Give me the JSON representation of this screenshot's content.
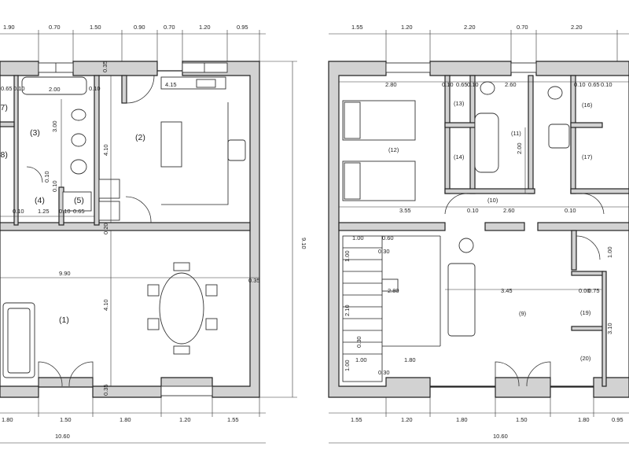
{
  "ground_floor": {
    "top_dims": [
      "1.90",
      "0.70",
      "1.50",
      "0.90",
      "0.70",
      "1.20",
      "0.95"
    ],
    "bottom_dims": [
      "1.80",
      "1.50",
      "1.80",
      "1.20",
      "1.55"
    ],
    "total_width": "10.60",
    "total_height": "9.10",
    "inner_dims": {
      "kitchen_len": "4.15",
      "bath_width": "2.00",
      "small_a": "0.65",
      "small_b": "0.10",
      "small_c": "0.10",
      "d_3_00": "3.00",
      "d_4_10a": "4.10",
      "d_0_10": "0.10",
      "d_1_25": "1.25",
      "d_0_10b": "0.10",
      "d_0_65b": "0.65",
      "d_0_35a": "0.35",
      "d_0_20": "0.20",
      "d_9_90": "9.90",
      "d_4_10b": "4.10",
      "d_0_35b": "0.35",
      "d_0_35c": "0.35",
      "d_0_10c": "0.10",
      "d_0_10d": "0.10"
    },
    "rooms": {
      "r1": "(1)",
      "r2": "(2)",
      "r3": "(3)",
      "r4": "(4)",
      "r5": "(5)",
      "r7": "(7)",
      "r8": "(8)"
    }
  },
  "upper_floor": {
    "top_dims": [
      "1.55",
      "1.20",
      "2.20",
      "0.70",
      "2.20"
    ],
    "bottom_dims": [
      "1.55",
      "1.20",
      "1.80",
      "1.50",
      "1.80",
      "0.95"
    ],
    "total_width": "10.60",
    "inner_dims": {
      "bed_width": "2.80",
      "a": "0.10",
      "b": "0.65",
      "c": "0.10",
      "hall_top": "2.60",
      "d": "0.10",
      "e": "0.65",
      "f": "0.10",
      "v200": "2.00",
      "d355": "3.55",
      "d010a": "0.10",
      "d260": "2.60",
      "d010b": "0.10",
      "d100a": "1.00",
      "d060": "0.60",
      "d030a": "0.30",
      "d100v": "1.00",
      "d280": "2.80",
      "d345": "3.45",
      "d100b": "1.00",
      "d180": "1.80",
      "d030b": "0.30",
      "d210": "2.10",
      "d030v": "0.30",
      "d100v2": "1.00",
      "d075a": "0.00",
      "d075": "0.75",
      "d310": "3.10",
      "d100r": "1.00"
    },
    "rooms": {
      "r9": "(9)",
      "r10": "(10)",
      "r11": "(11)",
      "r12": "(12)",
      "r13": "(13)",
      "r14": "(14)",
      "r16": "(16)",
      "r17": "(17)",
      "r19": "(19)",
      "r20": "(20)"
    }
  }
}
